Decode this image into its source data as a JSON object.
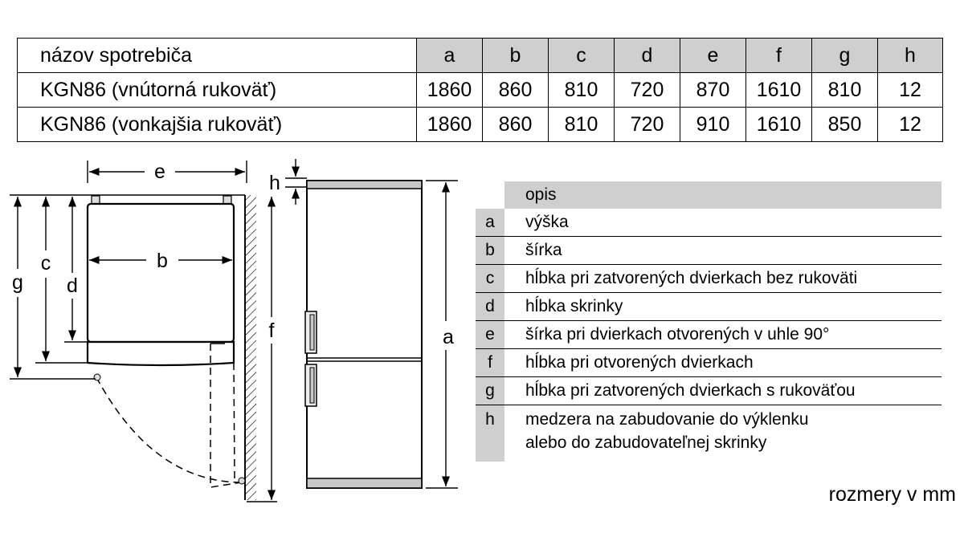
{
  "table": {
    "name_header": "názov spotrebiča",
    "columns": [
      "a",
      "b",
      "c",
      "d",
      "e",
      "f",
      "g",
      "h"
    ],
    "rows": [
      {
        "model": "KGN86 (vnútorná rukoväť)",
        "values": [
          "1860",
          "860",
          "810",
          "720",
          "870",
          "1610",
          "810",
          "12"
        ]
      },
      {
        "model": "KGN86 (vonkajšia rukoväť)",
        "values": [
          "1860",
          "860",
          "810",
          "720",
          "910",
          "1610",
          "850",
          "12"
        ]
      }
    ]
  },
  "diagram_labels": {
    "e": "e",
    "h": "h",
    "c": "c",
    "d": "d",
    "g": "g",
    "b": "b",
    "f": "f",
    "a": "a"
  },
  "legend": {
    "header": "opis",
    "items": [
      {
        "key": "a",
        "text": "výška"
      },
      {
        "key": "b",
        "text": "šírka"
      },
      {
        "key": "c",
        "text": "hĺbka pri zatvorených dvierkach bez rukoväti"
      },
      {
        "key": "d",
        "text": "hĺbka skrinky"
      },
      {
        "key": "e",
        "text": "šírka pri dvierkach otvorených v uhle 90°"
      },
      {
        "key": "f",
        "text": "hĺbka pri otvorených dvierkach"
      },
      {
        "key": "g",
        "text": "hĺbka pri zatvorených dvierkach s rukoväťou"
      },
      {
        "key": "h",
        "text": "medzera na zabudovanie do výklenku",
        "text2": "alebo do zabudovateľnej skrinky"
      }
    ]
  },
  "unit_note": "rozmery v mm"
}
